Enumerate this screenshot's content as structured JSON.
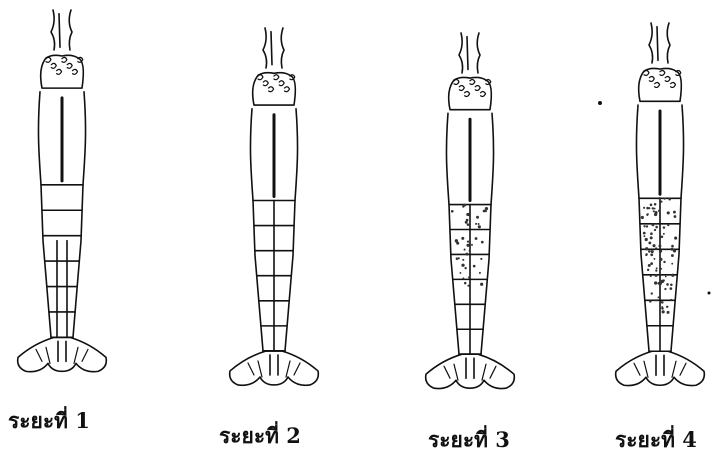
{
  "stages": [
    {
      "label": "ระยะที่ 1"
    },
    {
      "label": "ระยะที่ 2"
    },
    {
      "label": "ระยะที่ 3"
    },
    {
      "label": "ระยะที่ 4"
    }
  ],
  "colors": {
    "ink": "#111111",
    "speckle": "#333333",
    "background": "#ffffff"
  }
}
